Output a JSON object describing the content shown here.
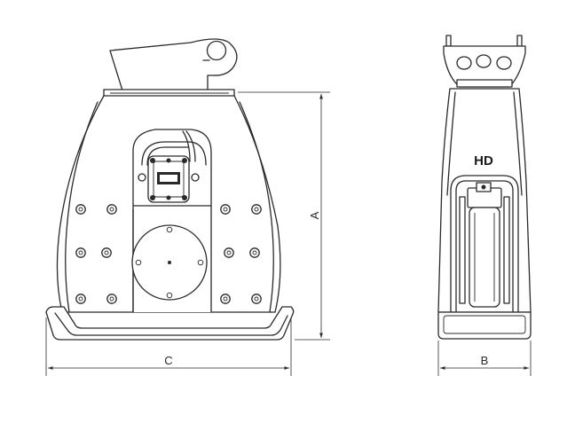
{
  "dimensions": {
    "height_label": "A",
    "depth_label": "B",
    "width_label": "C"
  },
  "side_view": {
    "marking": "HD"
  }
}
